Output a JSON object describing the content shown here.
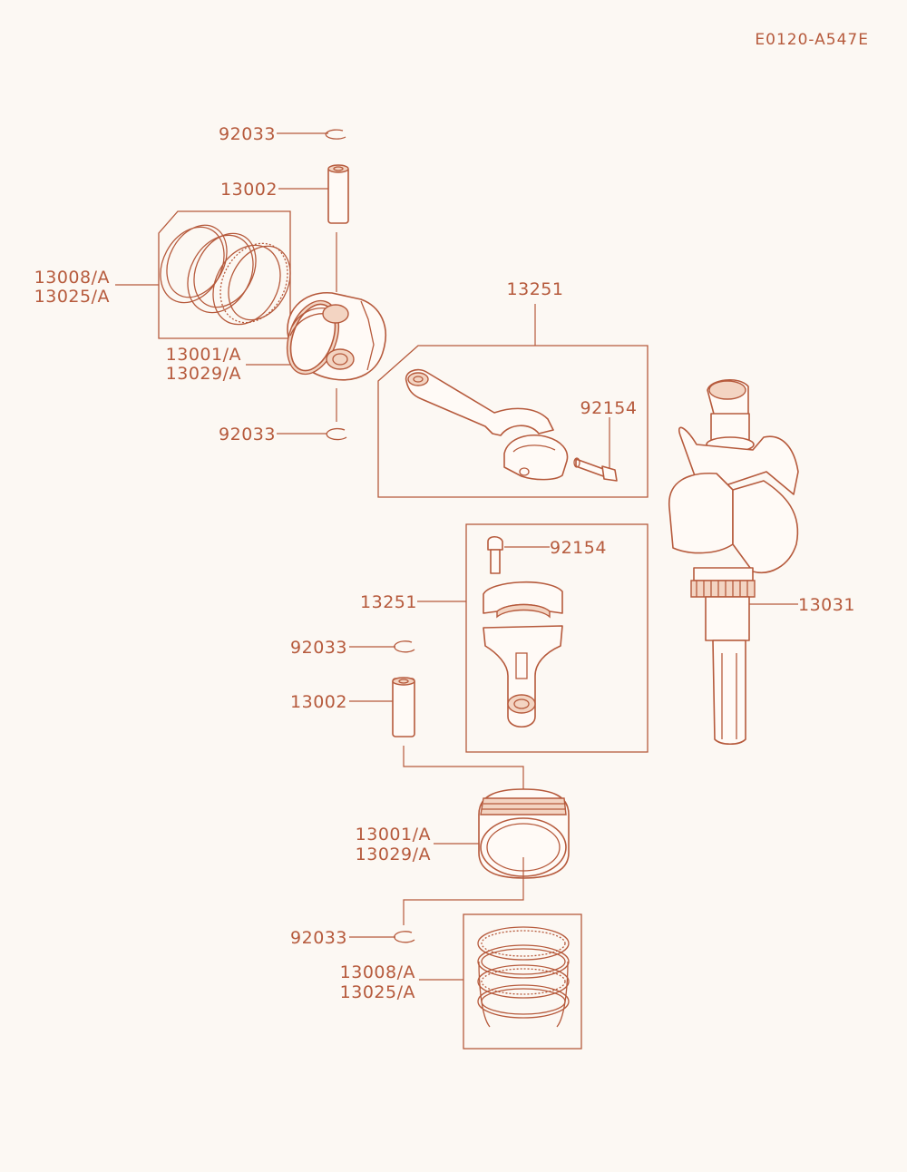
{
  "diagram": {
    "ref_code": "E0120-A547E",
    "labels": {
      "clip_top_1": "92033",
      "pin_top": "13002",
      "rings_top_1": "13008/A",
      "rings_top_2": "13025/A",
      "piston_top_1": "13001/A",
      "piston_top_2": "13029/A",
      "clip_top_2": "92033",
      "rod_top": "13251",
      "bolt_top": "92154",
      "bolt_bottom": "92154",
      "rod_bottom": "13251",
      "crankshaft": "13031",
      "clip_bottom_1": "92033",
      "pin_bottom": "13002",
      "piston_bottom_1": "13001/A",
      "piston_bottom_2": "13029/A",
      "clip_bottom_2": "92033",
      "rings_bottom_1": "13008/A",
      "rings_bottom_2": "13025/A"
    },
    "colors": {
      "line": "#b65a3c",
      "background": "#fcf8f3",
      "shade": "#f3d4c2"
    }
  }
}
